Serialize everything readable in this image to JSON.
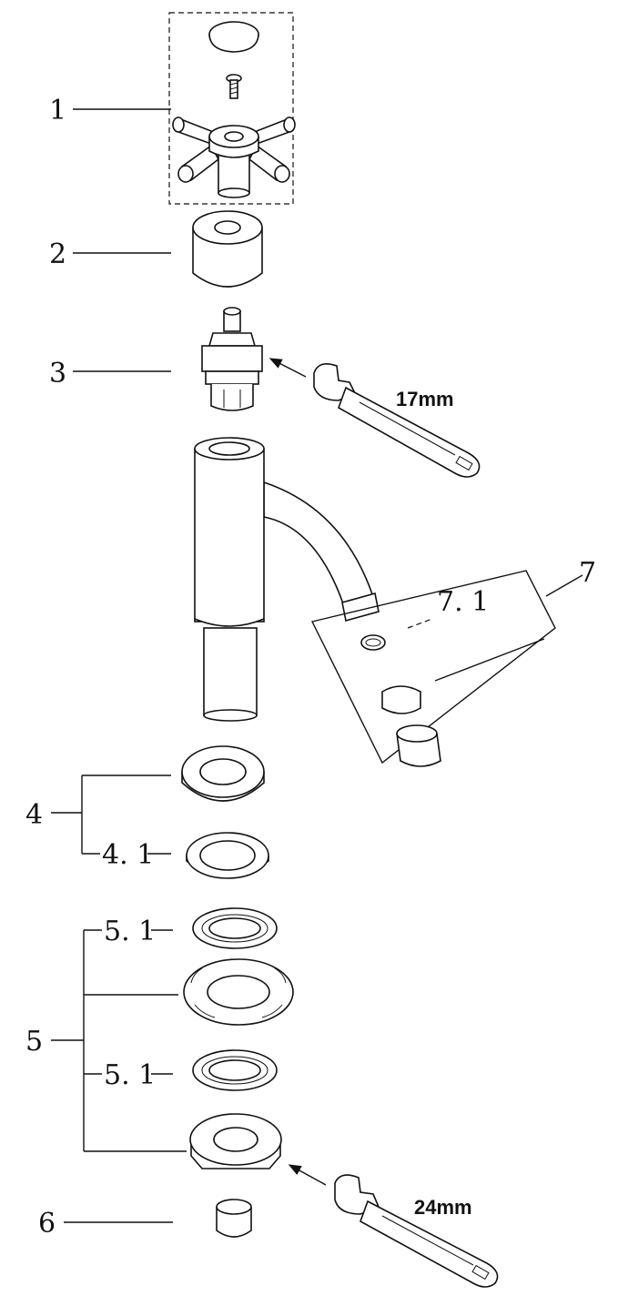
{
  "diagram": {
    "callouts": {
      "part1": "1",
      "part2": "2",
      "part3": "3",
      "part4": "4",
      "part4_1": "4. 1",
      "part5": "5",
      "part5_1_top": "5. 1",
      "part5_1_bottom": "5. 1",
      "part6": "6",
      "part7": "7",
      "part7_1": "7. 1"
    },
    "tools": {
      "wrench_top_size": "17mm",
      "wrench_bottom_size": "24mm"
    }
  }
}
